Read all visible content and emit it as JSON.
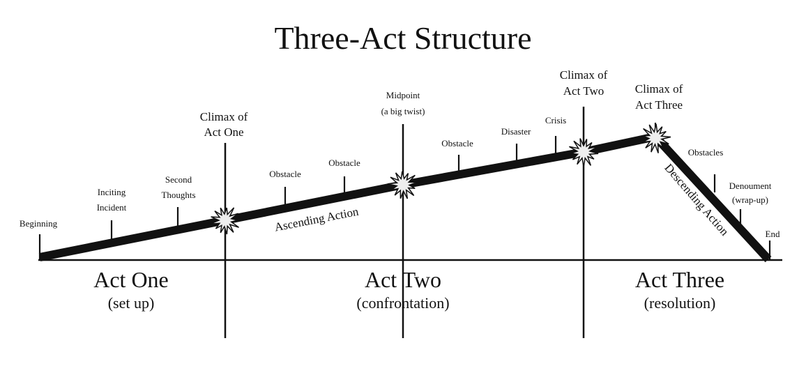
{
  "title": "Three-Act Structure",
  "colors": {
    "ink": "#111111",
    "burst": "#eeeeee",
    "background": "#ffffff"
  },
  "acts": [
    {
      "name": "Act One",
      "subtitle": "(set up)"
    },
    {
      "name": "Act Two",
      "subtitle": "(confrontation)"
    },
    {
      "name": "Act Three",
      "subtitle": "(resolution)"
    }
  ],
  "climaxes": [
    {
      "line1": "Climax of",
      "line2": "Act One"
    },
    {
      "line1": "Midpoint",
      "line2": "(a big twist)"
    },
    {
      "line1": "Climax of",
      "line2": "Act Two"
    },
    {
      "line1": "Climax of",
      "line2": "Act Three"
    }
  ],
  "events": {
    "beginning": "Beginning",
    "inciting1": "Inciting",
    "inciting2": "Incident",
    "second1": "Second",
    "second2": "Thoughts",
    "obstacle_a": "Obstacle",
    "obstacle_b": "Obstacle",
    "obstacle_c": "Obstacle",
    "disaster": "Disaster",
    "crisis": "Crisis",
    "obstacles": "Obstacles",
    "denoument1": "Denoument",
    "denoument2": "(wrap-up)",
    "end": "End"
  },
  "ascending_label": "Ascending Action",
  "descending_label": "Descending Action"
}
